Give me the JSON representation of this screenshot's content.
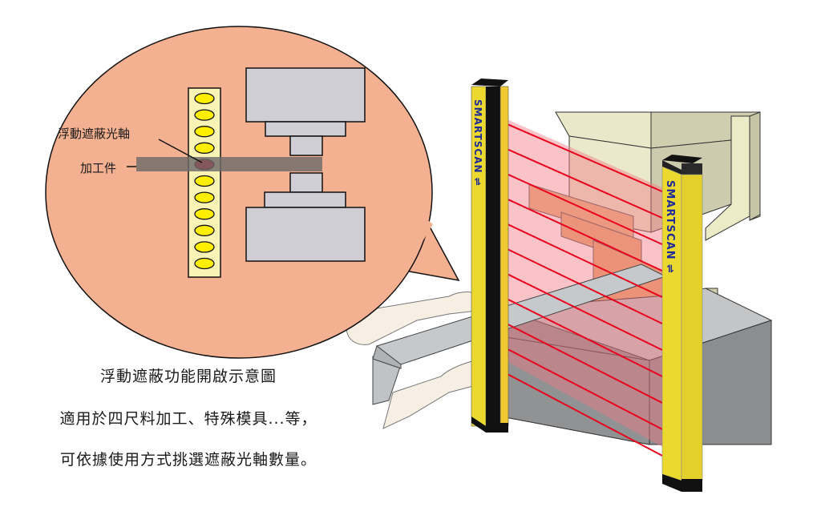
{
  "diagram": {
    "title": "浮動遮蔽功能開啟示意圖",
    "caption_lines": [
      "浮動遮蔽功能開啟示意圖",
      "適用於四尺料加工、特殊模具...等，",
      "可依據使用方式挑選遮蔽光軸數量。"
    ],
    "inset": {
      "label_blanked_beam": "浮動遮蔽光軸",
      "label_workpiece": "加工件",
      "beam_count": 11,
      "blanked_beam_index": 4,
      "led_colors": {
        "active": "#ffee00",
        "blanked": "#e8001c"
      },
      "bubble_color": "#f4b191"
    },
    "scene": {
      "emitter_brand": "SMARTSCAN",
      "receiver_brand": "SMARTSCAN",
      "beam_color": "#e8001c",
      "column_color": "#ecd92f",
      "brand_text_color": "#1e2a9a",
      "beam_count": 11
    }
  }
}
